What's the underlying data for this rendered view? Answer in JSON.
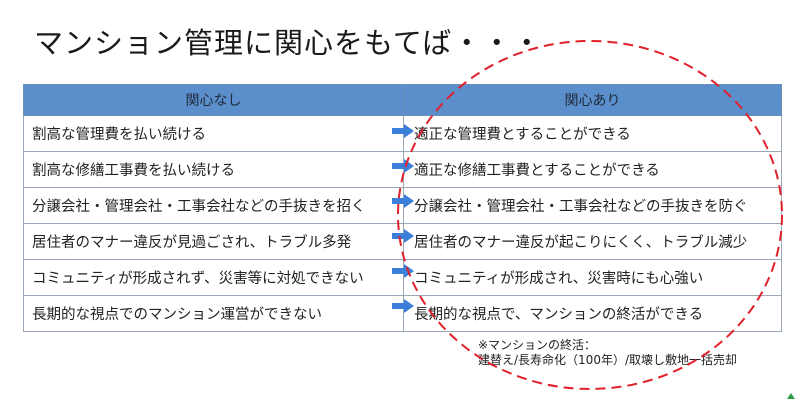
{
  "title": "マンション管理に関心をもてば・・・",
  "headers": {
    "left": "関心なし",
    "right": "関心あり"
  },
  "rows": [
    {
      "left": "割高な管理費を払い続ける",
      "right": "適正な管理費とすることができる"
    },
    {
      "left": "割高な修繕工事費を払い続ける",
      "right": "適正な修繕工事費とすることができる"
    },
    {
      "left": "分譲会社・管理会社・工事会社などの手抜きを招く",
      "right": "分譲会社・管理会社・工事会社などの手抜きを防ぐ"
    },
    {
      "left": "居住者のマナー違反が見過ごされ、トラブル多発",
      "right": "居住者のマナー違反が起こりにくく、トラブル減少"
    },
    {
      "left": "コミュニティが形成されず、災害等に対処できない",
      "right": "コミュニティが形成され、災害時にも心強い"
    },
    {
      "left": "長期的な視点でのマンション運営ができない",
      "right": "長期的な視点で、マンションの終活ができる"
    }
  ],
  "note": {
    "line1": "※マンションの終活：",
    "line2": "建替え/長寿命化（100年）/取壊し敷地一括売却"
  },
  "colors": {
    "header_bg": "#5b8fcc",
    "arrow": "#3b7fd9",
    "circle": "#e0202a"
  },
  "icons": {
    "row_arrow": "right-arrow-icon"
  }
}
